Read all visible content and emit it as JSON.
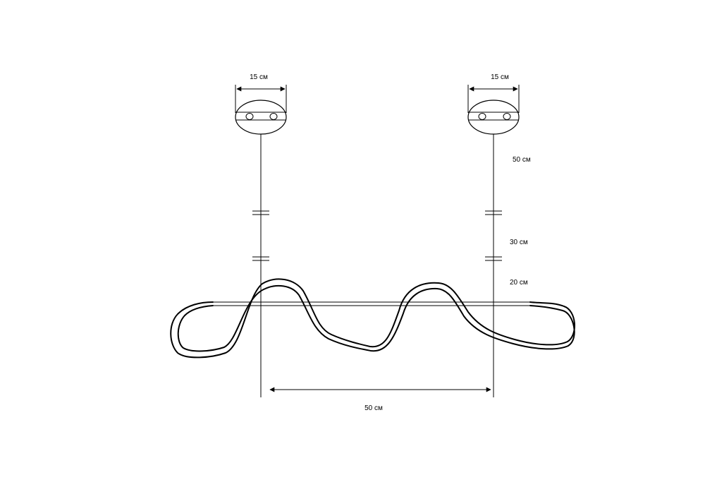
{
  "dimensions": {
    "canopy_left_width": "15 см",
    "canopy_right_width": "15 см",
    "cable_upper": "50 см",
    "cable_middle": "30 см",
    "cable_lower": "20 см",
    "suspension_spacing": "50 см"
  },
  "colors": {
    "stroke": "#000000",
    "background": "#ffffff"
  }
}
